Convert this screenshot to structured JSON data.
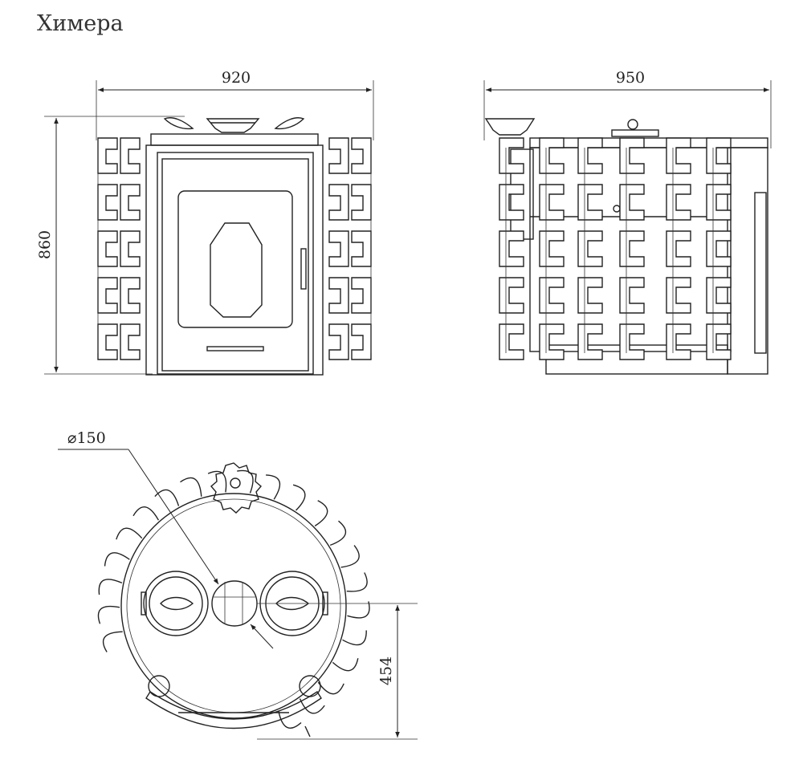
{
  "title": "Химера",
  "dimensions": {
    "front_width": "920",
    "side_width": "950",
    "height": "860",
    "chimney": "⌀150",
    "chimney_offset": "454"
  },
  "icons": {
    "arrowhead": "dimension-arrow",
    "finned-body": "stove-fin-shape"
  }
}
